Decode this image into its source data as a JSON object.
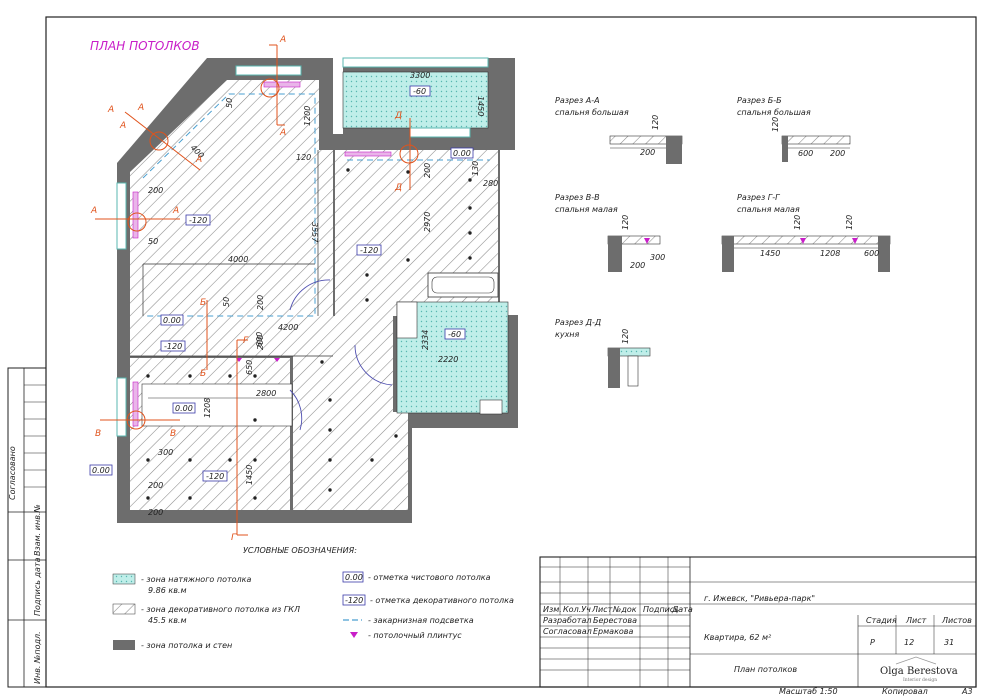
{
  "plan_title": "ПЛАН ПОТОЛКОВ",
  "dimensions": {
    "d3300": "3300",
    "d1450a": "1450",
    "d1200a": "1200",
    "d120a": "120",
    "d50a": "50",
    "d400": "400",
    "d200a": "200",
    "d50b": "50",
    "d4000": "4000",
    "d3557": "3557",
    "d2970": "2970",
    "d200b": "200",
    "d130": "130",
    "d280": "280",
    "d200c": "200",
    "d50c": "50",
    "d200d": "200",
    "d4200": "4200",
    "d600a": "600",
    "d2334": "2334",
    "d2220": "2220",
    "d650": "650",
    "d2800": "2800",
    "d1208a": "1208",
    "d300a": "300",
    "d200e": "200",
    "d1450b": "1450",
    "d200f": "200"
  },
  "levels": {
    "stretch_60_top": "-60",
    "stretch_60_kitchen": "-60",
    "deco_120_a": "-120",
    "deco_120_b": "-120",
    "deco_120_c": "-120",
    "deco_120_d": "-120",
    "clean_000_a": "0.00",
    "clean_000_b": "0.00",
    "clean_000_c": "0.00",
    "clean_000_d": "0.00"
  },
  "section_marks": {
    "a1": "A",
    "a2": "A",
    "a3": "A",
    "a4": "A",
    "a5": "A",
    "a6": "A",
    "a7": "A",
    "a8": "A",
    "b1": "Б",
    "b2": "Б",
    "v1": "В",
    "v2": "В",
    "g1": "Г",
    "g2": "Г",
    "d1": "Д",
    "d2": "Д"
  },
  "sections": [
    {
      "title": "Разрез А-А",
      "room": "спальня большая",
      "dims": [
        "120",
        "200"
      ]
    },
    {
      "title": "Разрез Б-Б",
      "room": "спальня большая",
      "dims": [
        "120",
        "600",
        "200"
      ]
    },
    {
      "title": "Разрез В-В",
      "room": "спальня малая",
      "dims": [
        "120",
        "300",
        "200"
      ]
    },
    {
      "title": "Разрез Г-Г",
      "room": "спальня малая",
      "dims": [
        "120",
        "120",
        "1450",
        "1208",
        "600"
      ]
    },
    {
      "title": "Разрез Д-Д",
      "room": "кухня",
      "dims": [
        "120"
      ]
    }
  ],
  "legend": {
    "heading": "УСЛОВНЫЕ ОБОЗНАЧЕНИЯ:",
    "stretch": "- зона натяжного потолка",
    "stretch_area": "9.86 кв.м",
    "gkl": "- зона декоративного потолка из ГКЛ",
    "gkl_area": "45.5 кв.м",
    "walls": "- зона потолка и стен",
    "clean_sample": "0.00",
    "clean_text": "- отметка чистового потолка",
    "deco_sample": "-120",
    "deco_text": "- отметка декоративного потолка",
    "led_text": "- закарнизная подсветка",
    "plinth_text": "- потолочный плинтус"
  },
  "stamp": {
    "city": "г. Ижевск, \"Ривьера-парк\"",
    "object": "Квартира, 62 м²",
    "sheet_name": "План потолков",
    "col_izm": "Изм.",
    "col_kol": "Кол.Уч",
    "col_list": "Лист",
    "col_ndoc": "№док",
    "col_podp": "Подпись",
    "col_data": "Дата",
    "row1_role": "Разработал",
    "row1_name": "Берестова",
    "row2_role": "Согласовал",
    "row2_name": "Ермакова",
    "h_stadia": "Стадия",
    "h_list": "Лист",
    "h_listov": "Листов",
    "v_stadia": "Р",
    "v_list": "12",
    "v_listov": "31",
    "logo": "Olga Berestova",
    "logo_sub": "Interior design"
  },
  "side_labels": {
    "soglasovano": "Согласовано",
    "vzam": "Взам. инв.№",
    "podpis": "Подпись дата",
    "inv": "Инв. №подл."
  },
  "footer": {
    "scale": "Масштаб 1:50",
    "copied": "Копировал",
    "format": "А3"
  },
  "colors": {
    "accent": "#c81ec8",
    "section": "#e0531c",
    "wall": "#6d6d6d",
    "stretch": "#b9ece8",
    "level_box": "#3a3aa8"
  }
}
